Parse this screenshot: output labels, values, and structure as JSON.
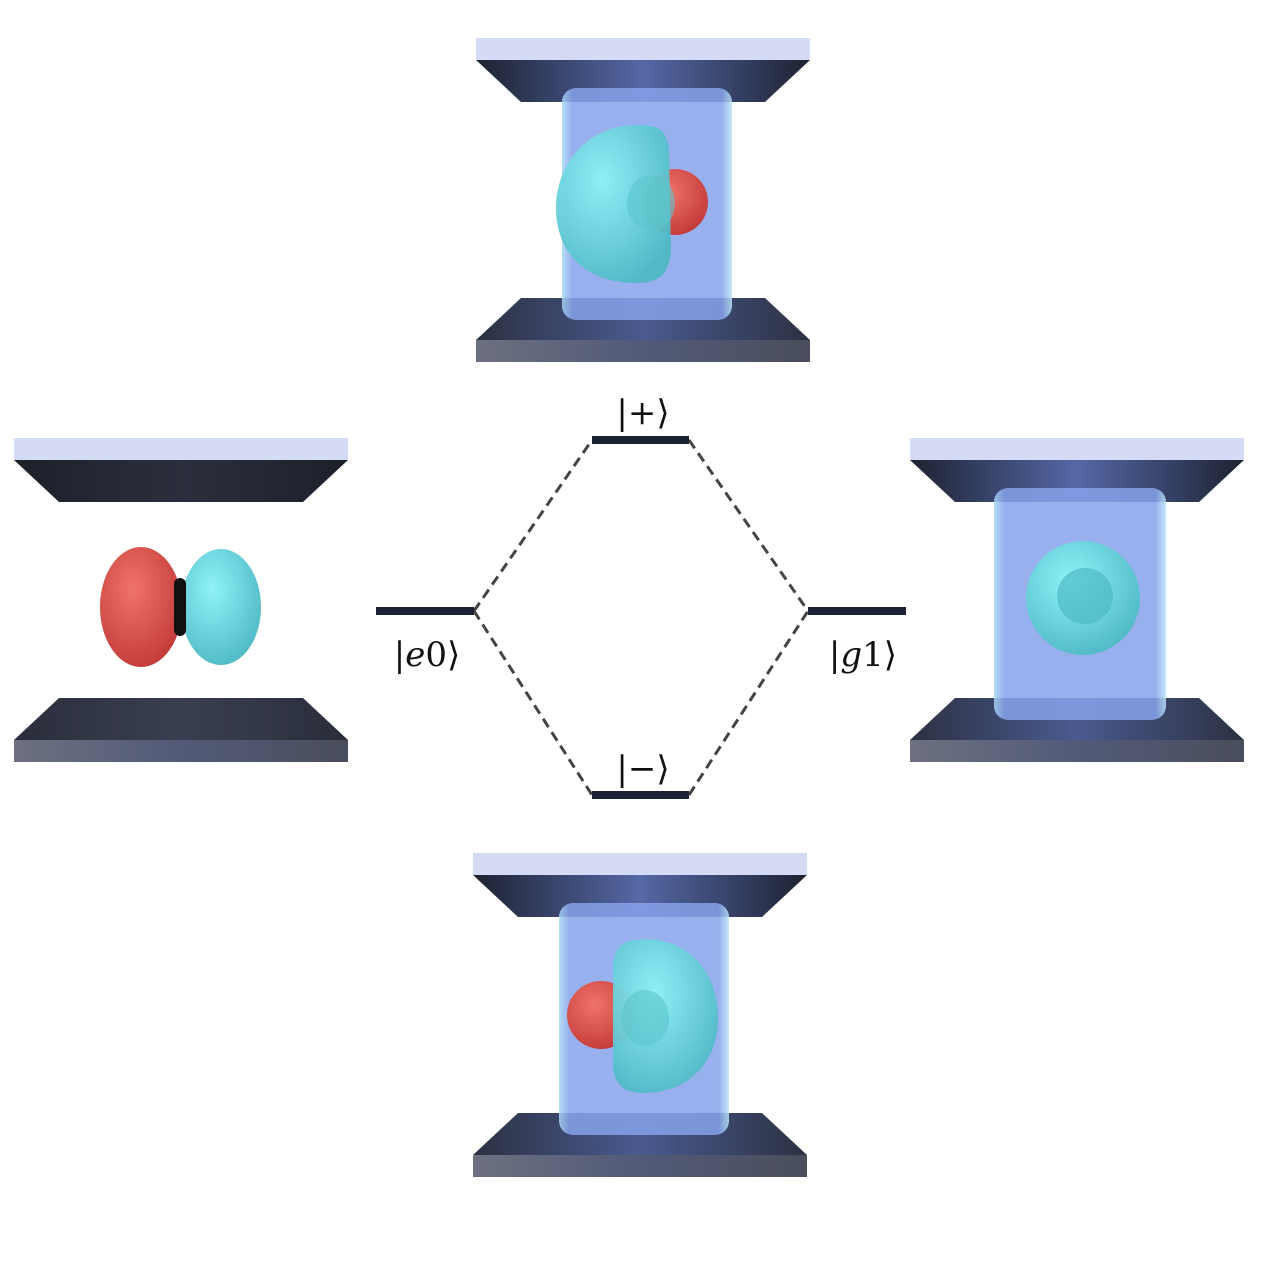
{
  "title": "Energy level diagram of atom–cavity coupling",
  "states": {
    "plus": {
      "prefix": "|",
      "symbol": "",
      "suffix": "+⟩"
    },
    "minus": {
      "prefix": "|",
      "symbol": "",
      "suffix": "−⟩"
    },
    "e0": {
      "prefix": "|",
      "symbol": "e",
      "suffix": "0⟩"
    },
    "g1": {
      "prefix": "|",
      "symbol": "g",
      "suffix": "1⟩"
    }
  },
  "colors": {
    "plate_light": "#d5dbf4",
    "plate_dark": "#22273a",
    "cavity_field": "#8ea3ea",
    "orbital_cyan": "#6fe0ec",
    "orbital_red": "#e0504c",
    "level_line": "#1c2233",
    "dashed_line": "#444444"
  }
}
